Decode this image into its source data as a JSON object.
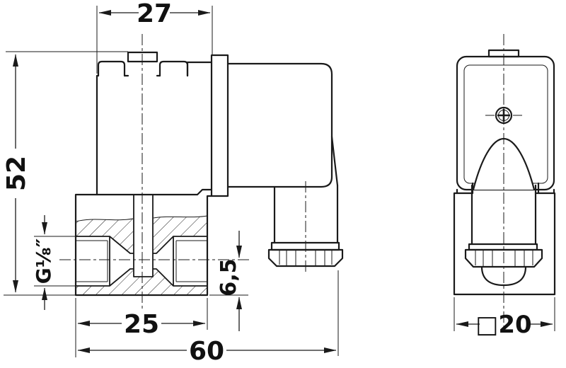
{
  "colors": {
    "line": "#1a1a1a",
    "background": "#ffffff"
  },
  "views": {
    "side": {
      "dims": {
        "coil_width": "27",
        "overall_height": "52",
        "port_thread": "G⅛″",
        "axis_to_base": "6,5",
        "body_width": "25",
        "overall_width": "60"
      }
    },
    "front": {
      "dims": {
        "body_square": "□20"
      }
    }
  }
}
